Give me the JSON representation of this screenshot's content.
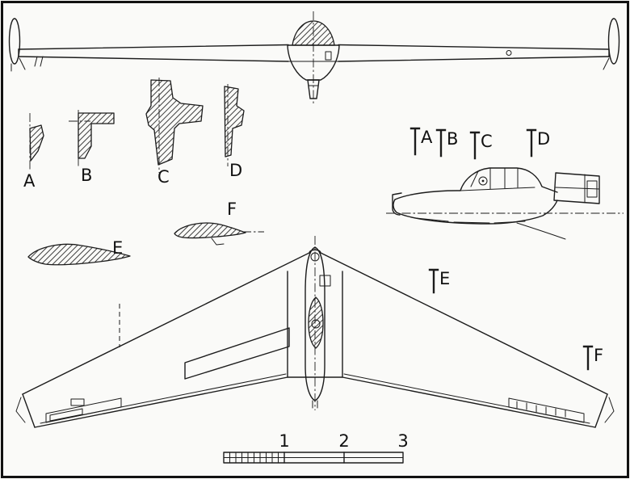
{
  "figure": {
    "colors": {
      "line": "#1c1c1c",
      "paper": "#fafaf8"
    },
    "cross_sections": {
      "a": "A",
      "b": "B",
      "c": "C",
      "d": "D"
    },
    "airfoils": {
      "e": "E",
      "f": "F"
    },
    "side_view_stations": {
      "a": "A",
      "b": "B",
      "c": "C",
      "d": "D",
      "e": "E",
      "f": "F"
    },
    "scale_bar": {
      "tick_labels": [
        "1",
        "2",
        "3"
      ]
    }
  }
}
